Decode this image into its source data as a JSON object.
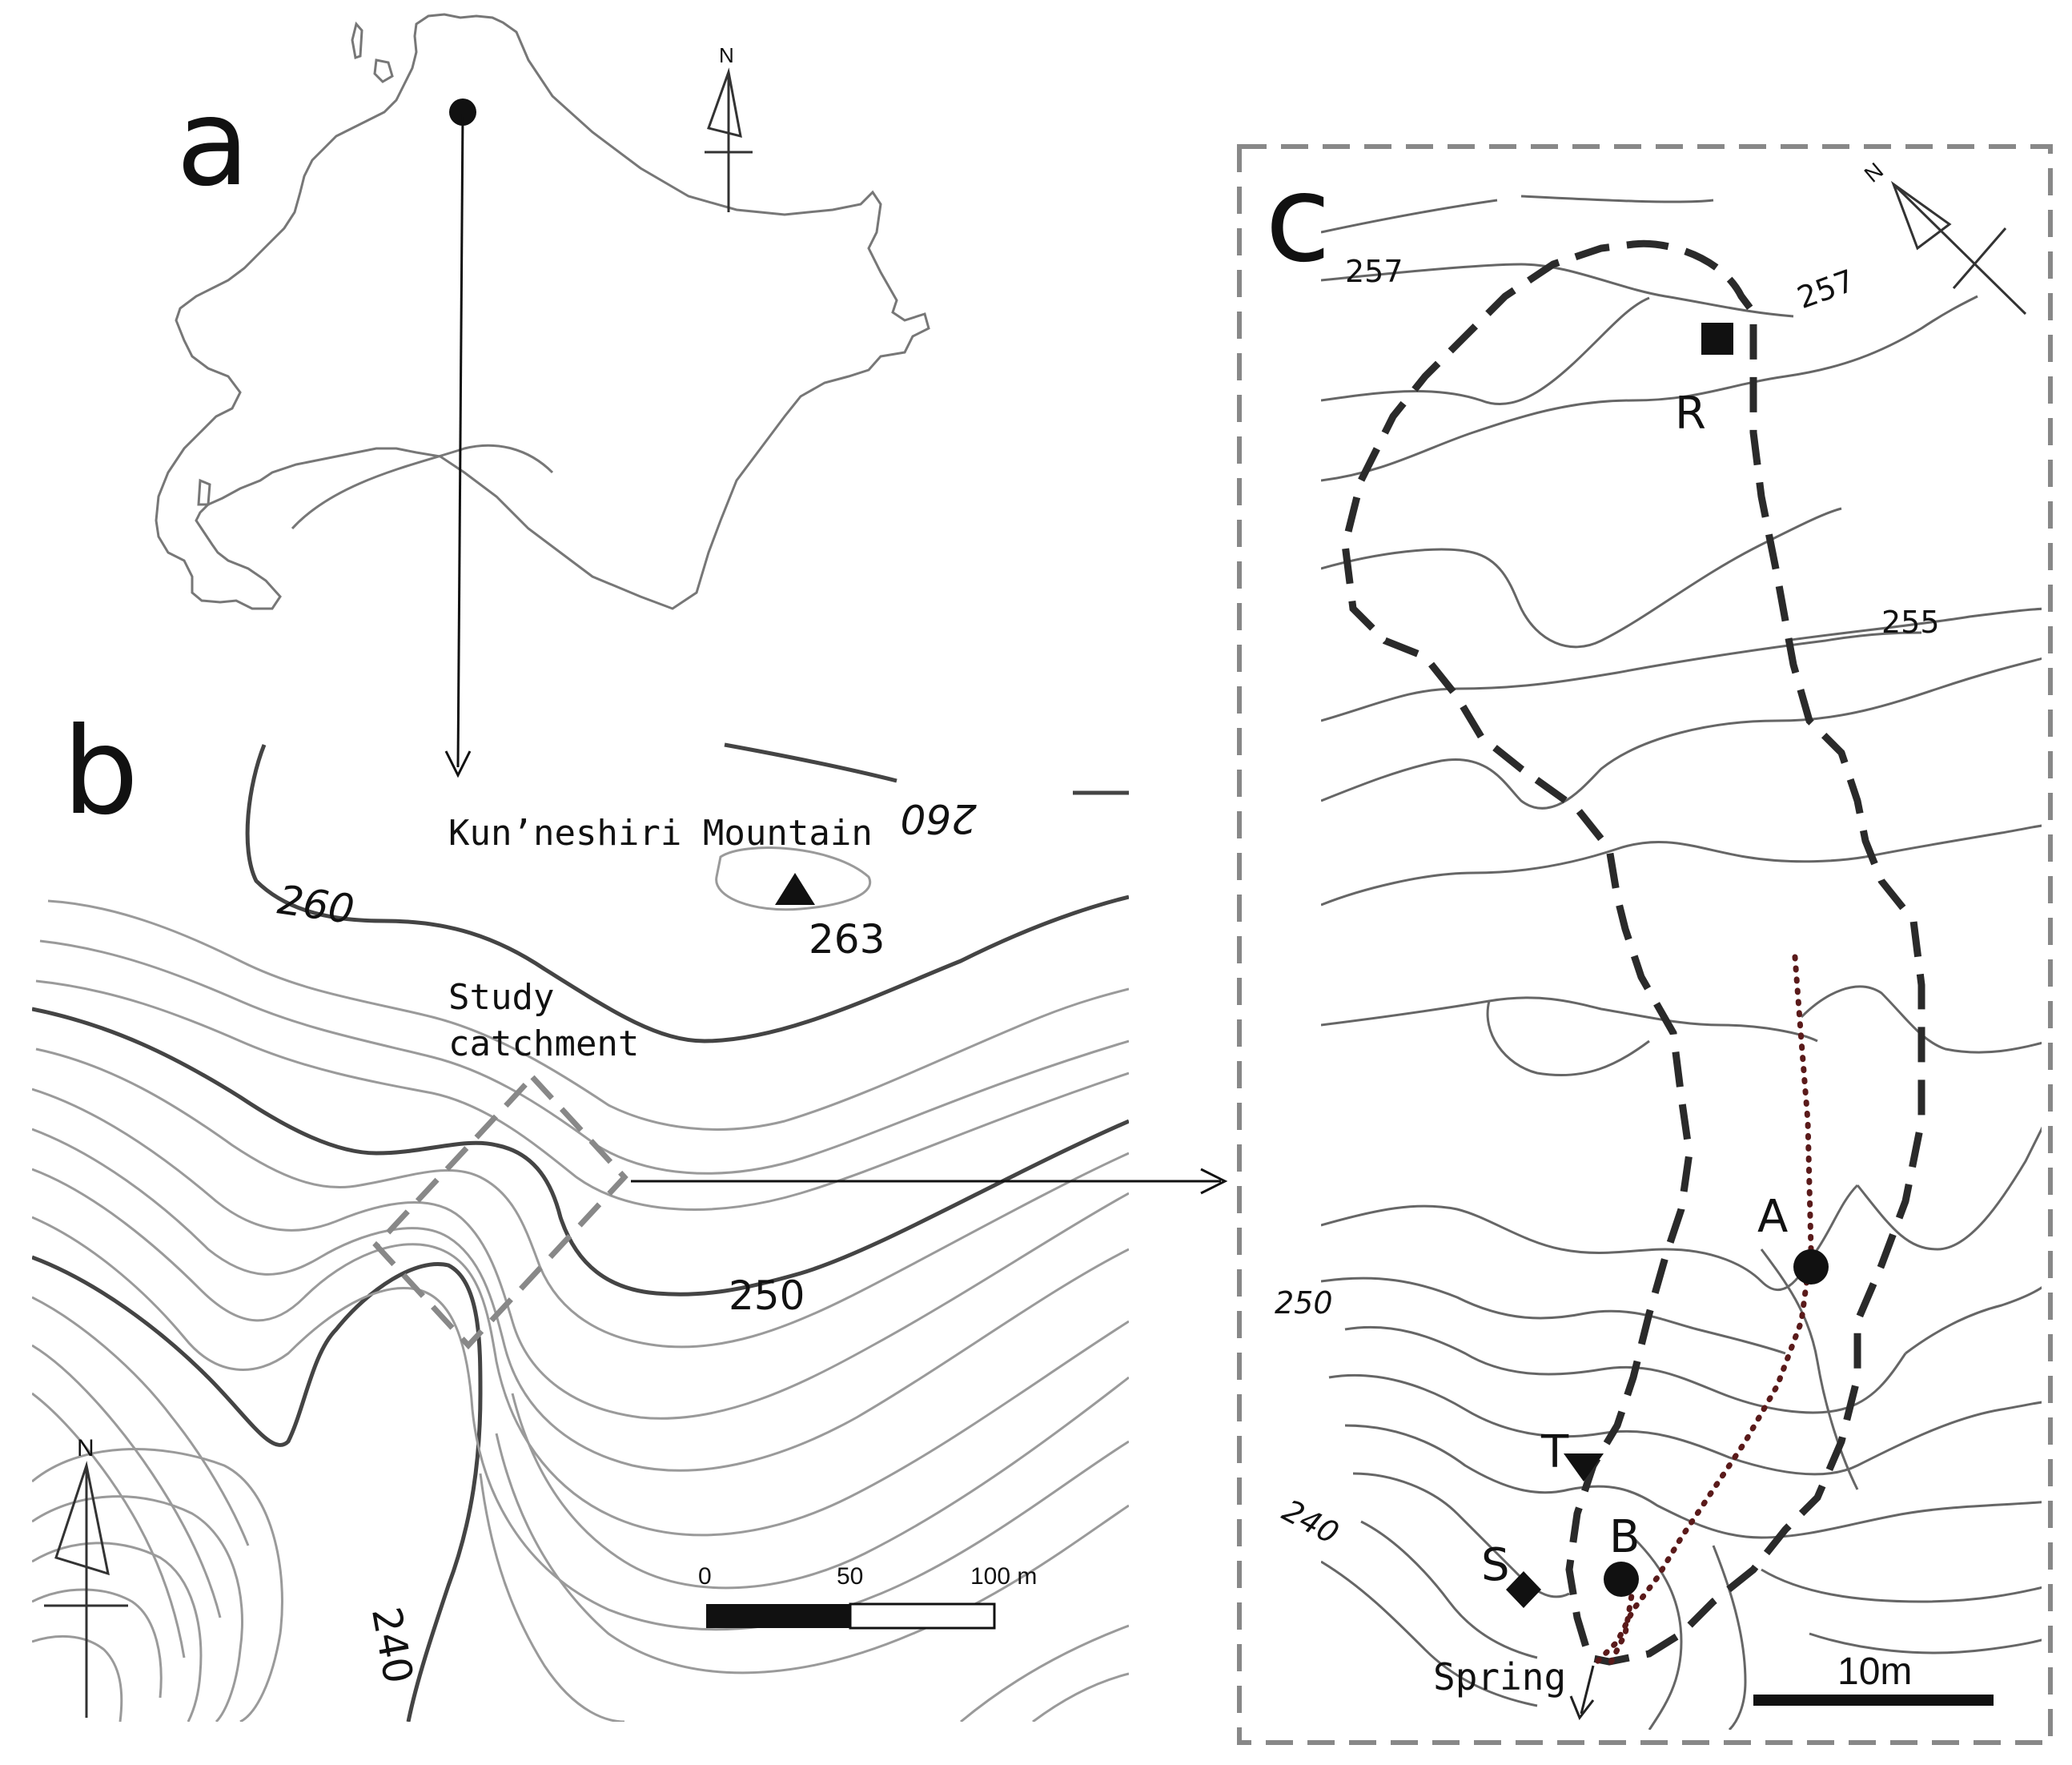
{
  "panels": {
    "a": {
      "letter": "a",
      "north": "N"
    },
    "b": {
      "letter": "b",
      "north": "N",
      "mountain_label": "Kun’neshiri Mountain",
      "peak_elevation": "263",
      "catchment_label_line1": "Study",
      "catchment_label_line2": "catchment",
      "contour_labels": [
        "260",
        "260",
        "250",
        "240"
      ],
      "scale_bar": {
        "ticks": [
          "0",
          "50",
          "100 m"
        ]
      }
    },
    "c": {
      "letter": "c",
      "north": "N",
      "contour_labels": [
        "257",
        "257",
        "255",
        "250",
        "240"
      ],
      "points": [
        {
          "label": "R",
          "symbol": "square"
        },
        {
          "label": "A",
          "symbol": "circle"
        },
        {
          "label": "T",
          "symbol": "triangle-down"
        },
        {
          "label": "B",
          "symbol": "circle"
        },
        {
          "label": "S",
          "symbol": "diamond"
        }
      ],
      "spring_label": "Spring",
      "scale_bar_label": "10m"
    }
  },
  "colors": {
    "ink": "#111111",
    "contour": "#9a9a9a",
    "dotted_path": "#5a1a1a",
    "frame": "#888888"
  }
}
